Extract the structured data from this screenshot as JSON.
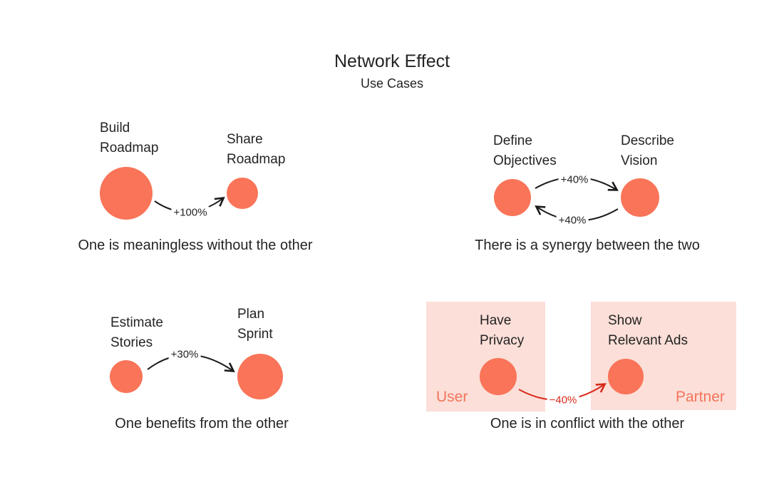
{
  "title": "Network Effect",
  "subtitle": "Use Cases",
  "colors": {
    "circle": "#F97458",
    "box_bg": "#FBDFD8",
    "box_label": "#F4745C",
    "negative": "#D92B1C",
    "arrow": "#1A1A1A",
    "text": "#242424"
  },
  "quadrants": [
    {
      "name": "meaningless-without-other",
      "node_a": "Build\nRoadmap",
      "node_b": "Share\nRoadmap",
      "edges": [
        {
          "label": "+100%",
          "direction": "a-to-b"
        }
      ],
      "caption": "One is meaningless without the other"
    },
    {
      "name": "synergy-between-two",
      "node_a": "Define\nObjectives",
      "node_b": "Describe\nVision",
      "edges": [
        {
          "label": "+40%",
          "direction": "a-to-b"
        },
        {
          "label": "+40%",
          "direction": "b-to-a"
        }
      ],
      "caption": "There is a synergy between the two"
    },
    {
      "name": "one-benefits",
      "node_a": "Estimate\nStories",
      "node_b": "Plan\nSprint",
      "edges": [
        {
          "label": "+30%",
          "direction": "a-to-b"
        }
      ],
      "caption": "One benefits from the other"
    },
    {
      "name": "conflict",
      "node_a": "Have\nPrivacy",
      "node_b": "Show\nRelevant Ads",
      "group_a": "User",
      "group_b": "Partner",
      "edges": [
        {
          "label": "−40%",
          "direction": "a-to-b"
        }
      ],
      "caption": "One is in conflict with the other"
    }
  ]
}
